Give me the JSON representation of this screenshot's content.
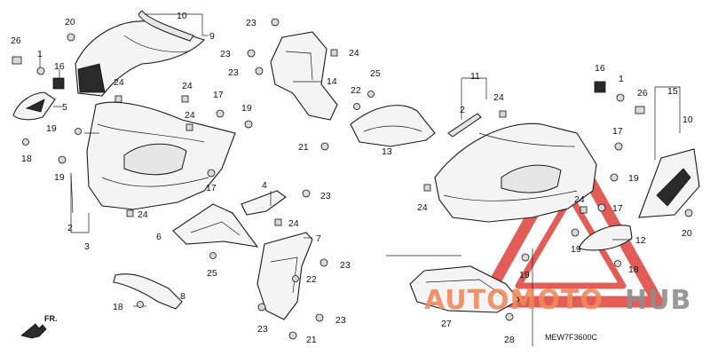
{
  "diagram": {
    "code": "MEW7F3600C",
    "front_label": "FR.",
    "watermark": {
      "word_a": "AUTOMOTO",
      "word_b": "HUB",
      "color_a": "#f08a5d",
      "color_b": "#8e8e8e",
      "triangle_color": "#e0403a"
    },
    "callouts": [
      {
        "id": "c20a",
        "text": "20"
      },
      {
        "id": "c10a",
        "text": "10"
      },
      {
        "id": "c9",
        "text": "9"
      },
      {
        "id": "c26a",
        "text": "26"
      },
      {
        "id": "c1a",
        "text": "1"
      },
      {
        "id": "c16a",
        "text": "16"
      },
      {
        "id": "c5",
        "text": "5"
      },
      {
        "id": "c18a",
        "text": "18"
      },
      {
        "id": "c19a",
        "text": "19"
      },
      {
        "id": "c19b",
        "text": "19"
      },
      {
        "id": "c24a",
        "text": "24"
      },
      {
        "id": "c24b",
        "text": "24"
      },
      {
        "id": "c24c",
        "text": "24"
      },
      {
        "id": "c17a",
        "text": "17"
      },
      {
        "id": "c19c",
        "text": "19"
      },
      {
        "id": "c17b",
        "text": "17"
      },
      {
        "id": "c2a",
        "text": "2"
      },
      {
        "id": "c3",
        "text": "3"
      },
      {
        "id": "c24d",
        "text": "24"
      },
      {
        "id": "c23a",
        "text": "23"
      },
      {
        "id": "c23b",
        "text": "23"
      },
      {
        "id": "c24e",
        "text": "24"
      },
      {
        "id": "c23c",
        "text": "23"
      },
      {
        "id": "c14",
        "text": "14"
      },
      {
        "id": "c25a",
        "text": "25"
      },
      {
        "id": "c22a",
        "text": "22"
      },
      {
        "id": "c21a",
        "text": "21"
      },
      {
        "id": "c13",
        "text": "13"
      },
      {
        "id": "c4",
        "text": "4"
      },
      {
        "id": "c23d",
        "text": "23"
      },
      {
        "id": "c6",
        "text": "6"
      },
      {
        "id": "c24f",
        "text": "24"
      },
      {
        "id": "c25b",
        "text": "25"
      },
      {
        "id": "c7",
        "text": "7"
      },
      {
        "id": "c23e",
        "text": "23"
      },
      {
        "id": "c22b",
        "text": "22"
      },
      {
        "id": "c23f",
        "text": "23"
      },
      {
        "id": "c23g",
        "text": "23"
      },
      {
        "id": "c21b",
        "text": "21"
      },
      {
        "id": "c8",
        "text": "8"
      },
      {
        "id": "c18b",
        "text": "18"
      },
      {
        "id": "c11",
        "text": "11"
      },
      {
        "id": "c2b",
        "text": "2"
      },
      {
        "id": "c24g",
        "text": "24"
      },
      {
        "id": "c24h",
        "text": "24"
      },
      {
        "id": "c16b",
        "text": "16"
      },
      {
        "id": "c1b",
        "text": "1"
      },
      {
        "id": "c26b",
        "text": "26"
      },
      {
        "id": "c15",
        "text": "15"
      },
      {
        "id": "c10b",
        "text": "10"
      },
      {
        "id": "c17c",
        "text": "17"
      },
      {
        "id": "c19d",
        "text": "19"
      },
      {
        "id": "c24i",
        "text": "24"
      },
      {
        "id": "c17d",
        "text": "17"
      },
      {
        "id": "c20b",
        "text": "20"
      },
      {
        "id": "c12",
        "text": "12"
      },
      {
        "id": "c19e",
        "text": "19"
      },
      {
        "id": "c18c",
        "text": "18"
      },
      {
        "id": "c19f",
        "text": "19"
      },
      {
        "id": "c27",
        "text": "27"
      },
      {
        "id": "c28",
        "text": "28"
      }
    ]
  }
}
